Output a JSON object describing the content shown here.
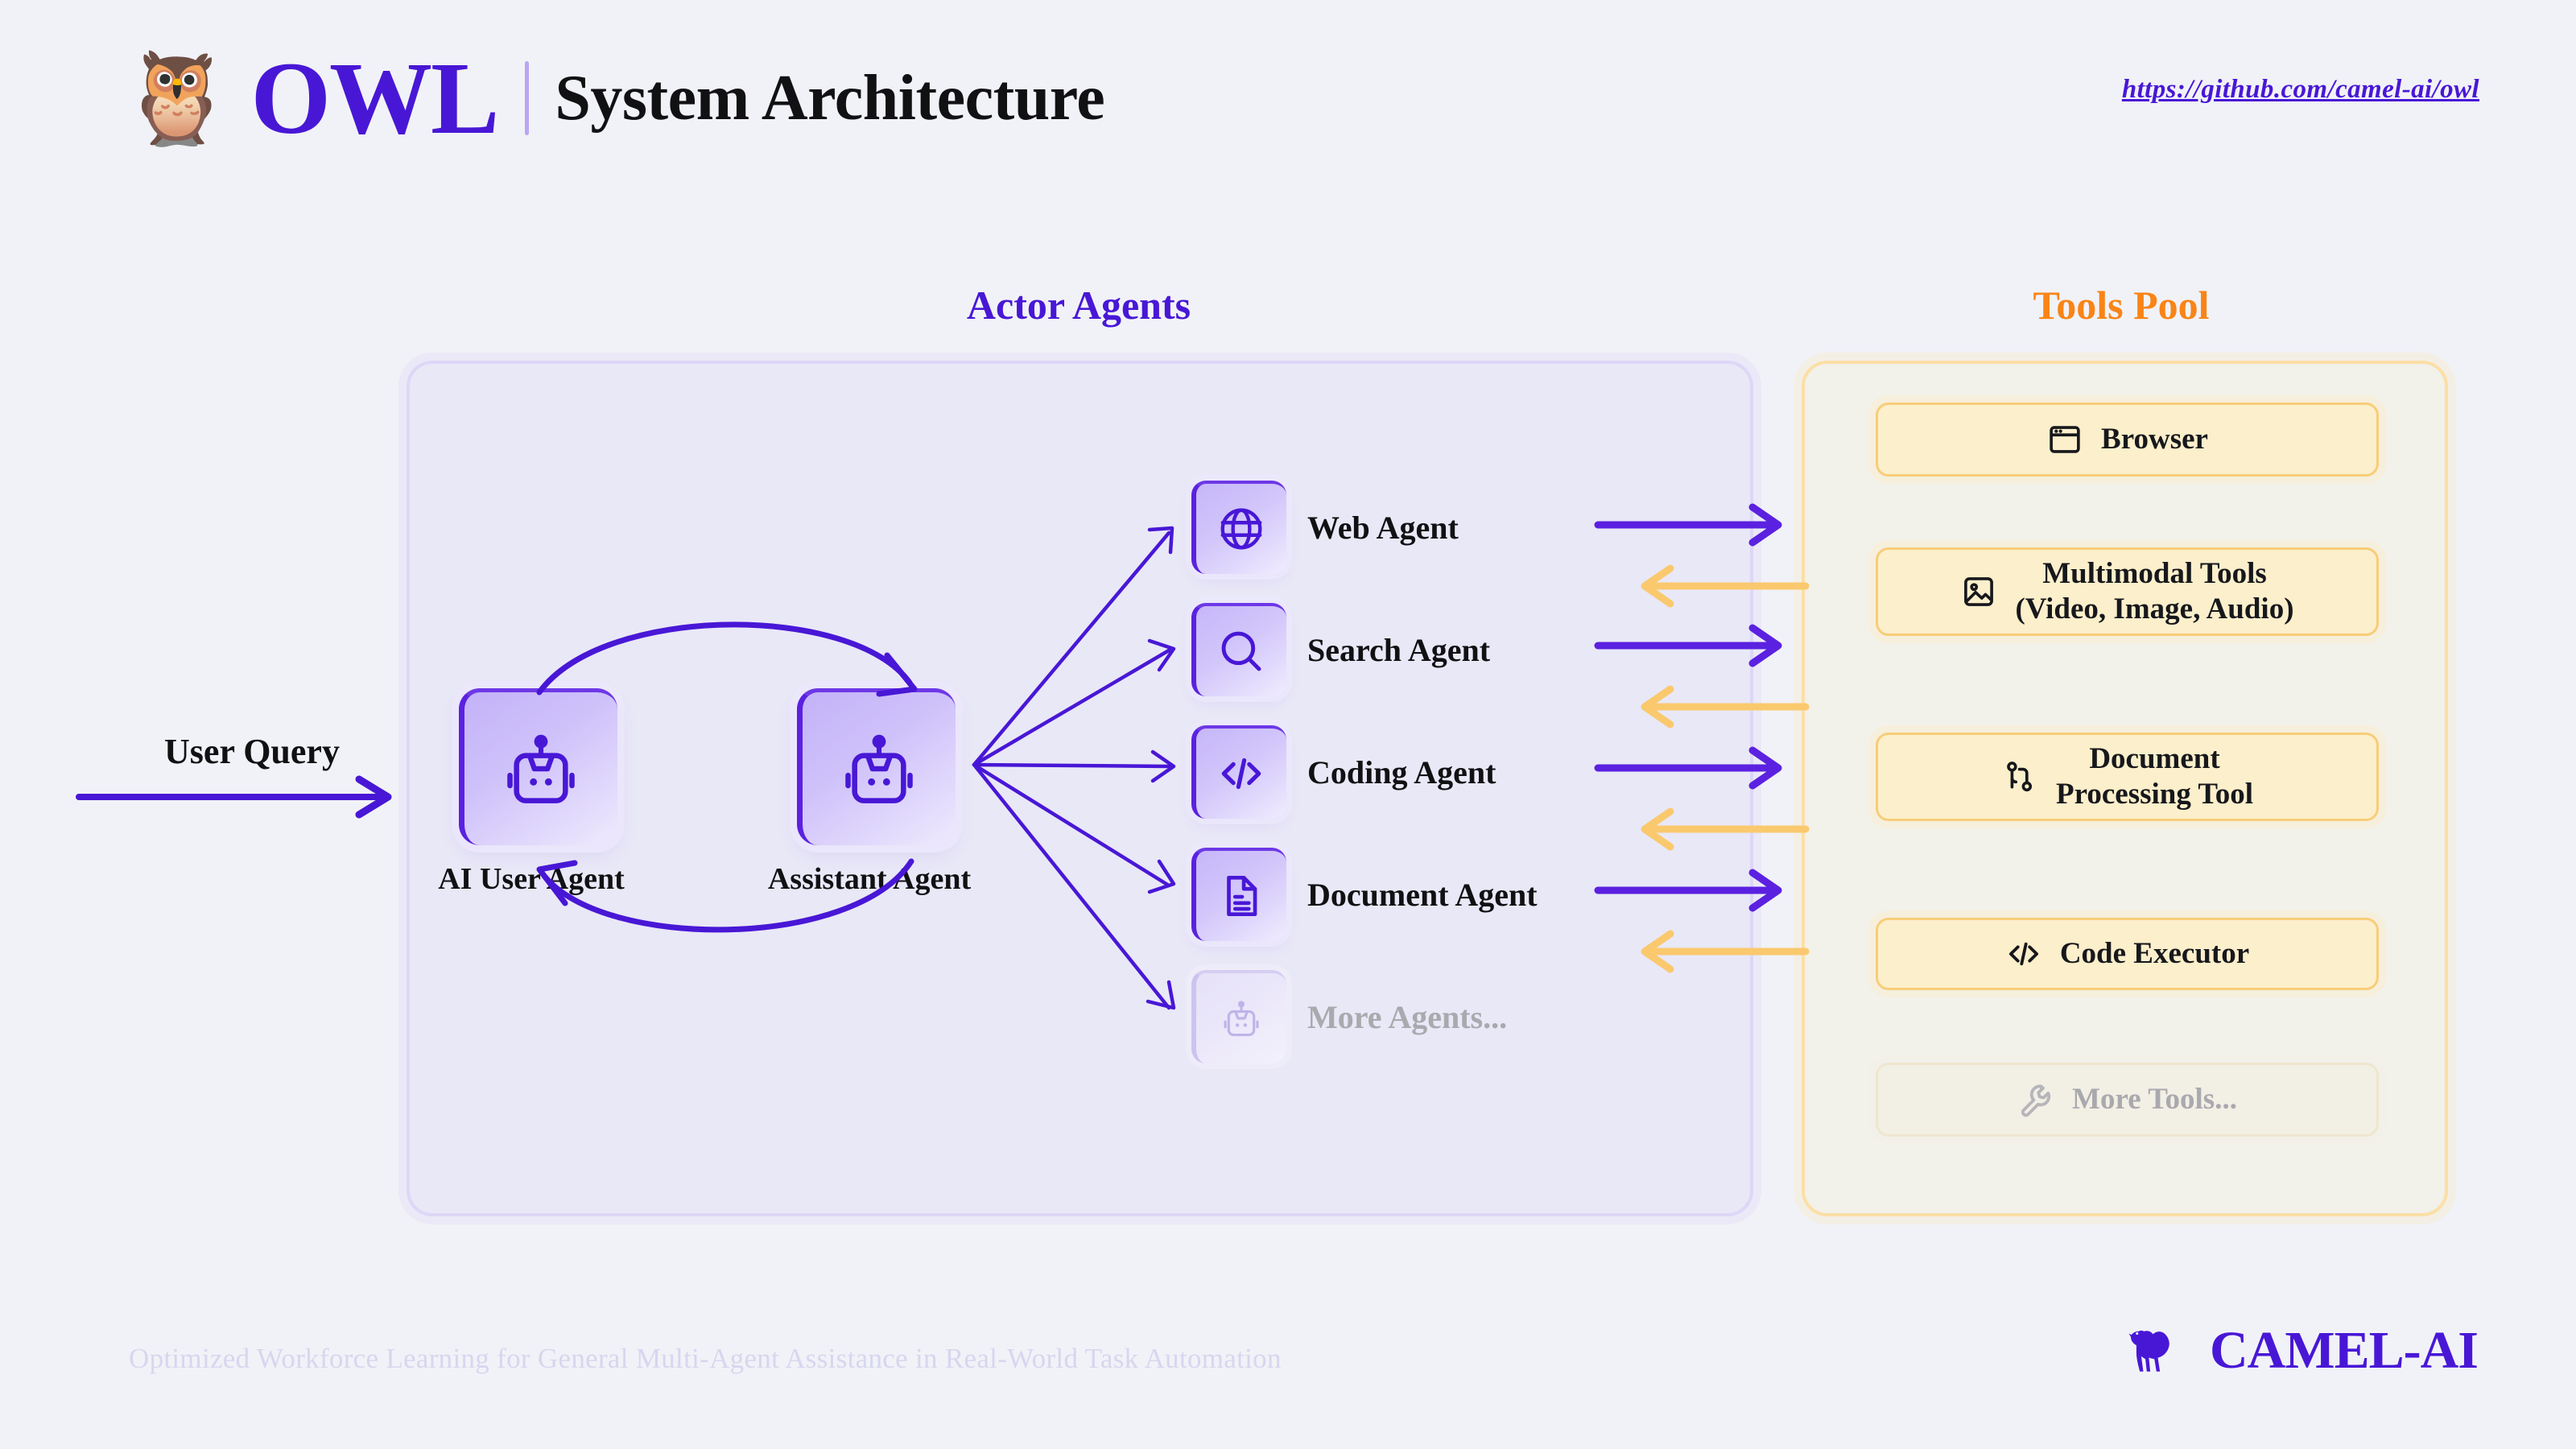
{
  "header": {
    "owl_icon": "owl-emoji",
    "brand": "OWL",
    "subtitle": "System Architecture",
    "repo_url": "https://github.com/camel-ai/owl"
  },
  "sections": {
    "actor_agents_title": "Actor Agents",
    "tools_pool_title": "Tools Pool"
  },
  "flow": {
    "user_query_label": "User Query"
  },
  "core_agents": [
    {
      "label": "AI User Agent",
      "icon": "robot-icon"
    },
    {
      "label": "Assistant Agent",
      "icon": "robot-icon"
    }
  ],
  "actor_agents": [
    {
      "label": "Web Agent",
      "icon": "globe-icon",
      "muted": false
    },
    {
      "label": "Search Agent",
      "icon": "search-icon",
      "muted": false
    },
    {
      "label": "Coding Agent",
      "icon": "code-icon",
      "muted": false
    },
    {
      "label": "Document Agent",
      "icon": "document-icon",
      "muted": false
    },
    {
      "label": "More Agents...",
      "icon": "robot-icon",
      "muted": true
    }
  ],
  "tools": [
    {
      "line1": "Browser",
      "line2": "",
      "icon": "browser-window-icon",
      "muted": false
    },
    {
      "line1": "Multimodal Tools",
      "line2": "(Video, Image, Audio)",
      "icon": "image-icon",
      "muted": false
    },
    {
      "line1": "Document",
      "line2": "Processing Tool",
      "icon": "git-branch-icon",
      "muted": false
    },
    {
      "line1": "Code Executor",
      "line2": "",
      "icon": "code-icon",
      "muted": false
    },
    {
      "line1": "More Tools...",
      "line2": "",
      "icon": "wrench-icon",
      "muted": true
    }
  ],
  "footer": {
    "tagline": "Optimized Workforce Learning for General Multi-Agent Assistance in Real-World Task Automation",
    "logo_text": "CAMEL-AI",
    "logo_icon": "camel-icon"
  },
  "colors": {
    "purple": "#4817d6",
    "purple_arrow": "#5b21e0",
    "orange": "#f98417",
    "orange_arrow": "#fac96e",
    "panel_purple_bg": "#e9e8f7",
    "panel_cream_bg": "#f2f1ea",
    "tool_card_bg": "#fcefcb",
    "page_bg": "#f1f2f7",
    "muted_text": "#a9a9ae"
  }
}
